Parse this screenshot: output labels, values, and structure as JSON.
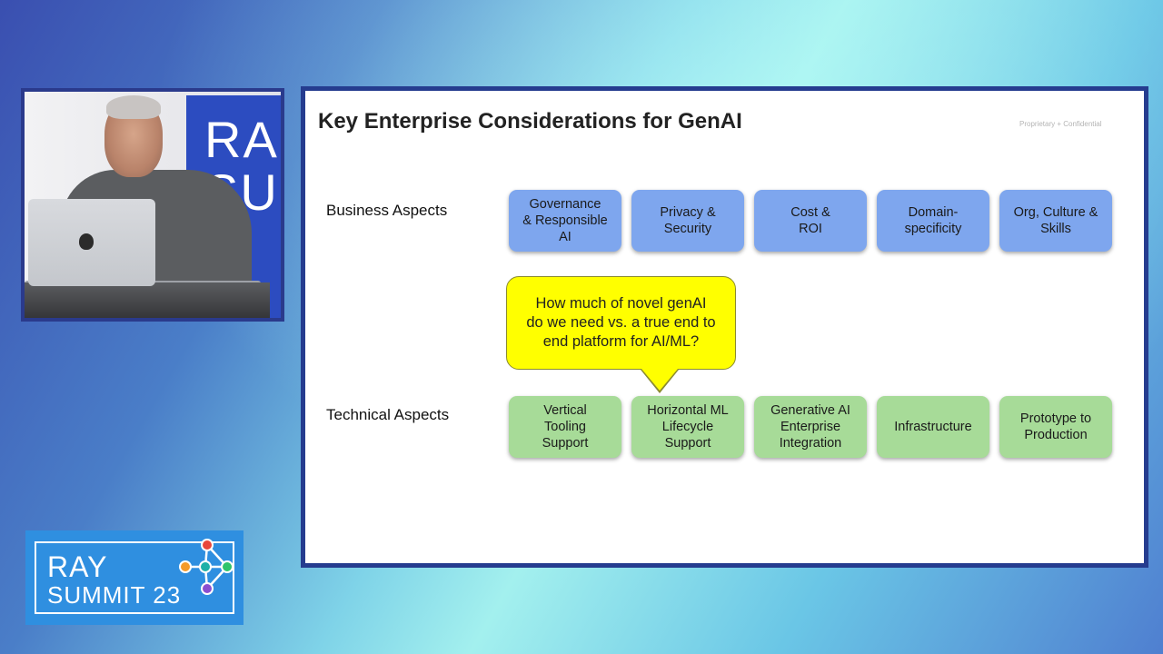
{
  "event": {
    "logo_line1": "RAY",
    "logo_line2": "SUMMIT 23",
    "backdrop_text": "RA\nSU"
  },
  "slide": {
    "title": "Key Enterprise Considerations for GenAI",
    "confidential": "Proprietary + Confidential",
    "business_label": "Business Aspects",
    "technical_label": "Technical Aspects",
    "business_items": [
      "Governance\n& Responsible\nAI",
      "Privacy &\nSecurity",
      "Cost &\nROI",
      "Domain-\nspecificity",
      "Org, Culture &\nSkills"
    ],
    "technical_items": [
      "Vertical\nTooling\nSupport",
      "Horizontal ML\nLifecycle\nSupport",
      "Generative AI\nEnterprise\nIntegration",
      "Infrastructure",
      "Prototype to\nProduction"
    ],
    "callout": "How much of novel genAI\ndo we need vs. a true end to\nend platform for AI/ML?"
  },
  "colors": {
    "business_box": "#7ea6ee",
    "technical_box": "#a7db98",
    "callout": "#ffff00",
    "frame": "#253c8f",
    "logo_bg": "#2f8fe0",
    "logo_nodes": [
      "#e8463c",
      "#f59b2a",
      "#1fb0a8",
      "#2ec46a",
      "#8a4ed0"
    ]
  },
  "icons": [
    "apple-logo-icon",
    "ray-node-graph-icon"
  ]
}
